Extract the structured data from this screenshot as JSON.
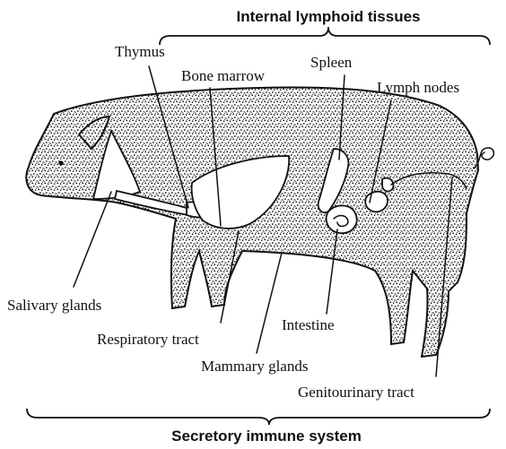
{
  "headers": {
    "top": "Internal lymphoid tissues",
    "bottom": "Secretory immune system"
  },
  "labels": {
    "thymus": "Thymus",
    "bone_marrow": "Bone marrow",
    "spleen": "Spleen",
    "lymph_nodes": "Lymph nodes",
    "salivary_glands": "Salivary glands",
    "respiratory_tract": "Respiratory tract",
    "intestine": "Intestine",
    "mammary_glands": "Mammary glands",
    "genitourinary_tract": "Genitourinary tract"
  },
  "colors": {
    "ink": "#111111",
    "speckle_fill": "#ffffff"
  }
}
